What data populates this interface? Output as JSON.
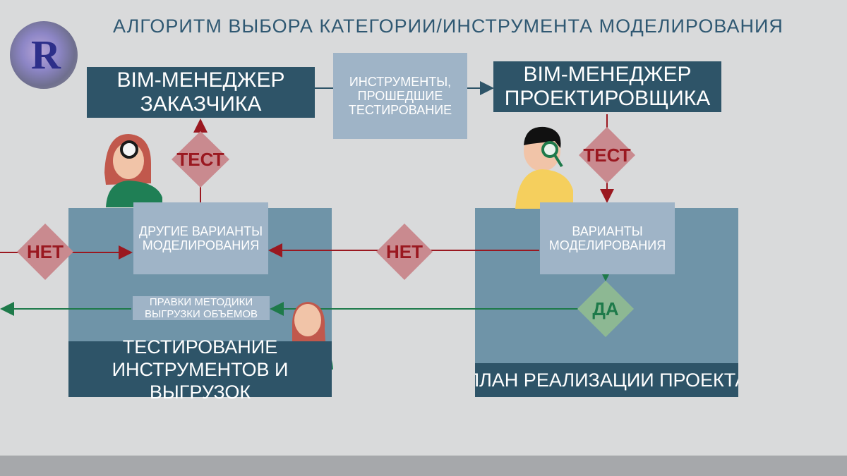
{
  "title": "АЛГОРИТМ ВЫБОРА КАТЕГОРИИ/ИНСТРУМЕНТА МОДЕЛИРОВАНИЯ",
  "logo": {
    "letter": "R"
  },
  "nodes": {
    "client_bim": "BIM-МЕНЕДЖЕР ЗАКАЗЧИКА",
    "tested_tools": "ИНСТРУМЕНТЫ, ПРОШЕДШИЕ ТЕСТИРОВАНИЕ",
    "designer_bim": "BIM-МЕНЕДЖЕР ПРОЕКТИРОВЩИКА",
    "other_variants": "ДРУГИЕ ВАРИАНТЫ МОДЕЛИРОВАНИЯ",
    "variants": "ВАРИАНТЫ МОДЕЛИРОВАНИЯ",
    "corrections": "ПРАВКИ МЕТОДИКИ ВЫГРУЗКИ ОБЪЕМОВ",
    "testing": "ТЕСТИРОВАНИЕ ИНСТРУМЕНТОВ И ВЫГРУЗОК",
    "plan": "ПЛАН РЕАЛИЗАЦИИ ПРОЕКТА"
  },
  "decisions": {
    "test_left": "ТЕСТ",
    "test_right": "ТЕСТ",
    "no_left": "НЕТ",
    "no_right": "НЕТ",
    "yes": "ДА"
  },
  "colors": {
    "dark_box": "#2e5468",
    "light_box": "#9fb4c7",
    "panel": "#6f94a8",
    "red_arrow": "#9a1820",
    "green_arrow": "#1e7a4a",
    "red_diamond": "#c98a8f",
    "green_diamond": "#8db893",
    "background": "#d9dadb"
  }
}
